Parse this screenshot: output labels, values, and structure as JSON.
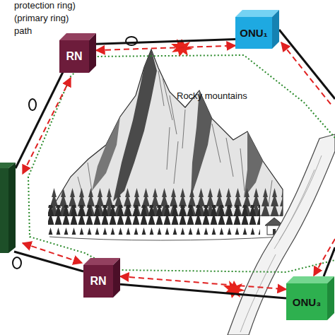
{
  "diagram": {
    "nodes": [
      {
        "text": [
          "RN"
        ]
      },
      {
        "text": [
          "ONU₁"
        ]
      },
      {
        "text": [
          "RN"
        ]
      },
      {
        "text": [
          "ONU₃"
        ]
      }
    ],
    "edges": [
      {
        "from": 0,
        "to": 1,
        "arrow": "none"
      },
      {
        "from": 0,
        "to": 1,
        "arrow": "both"
      },
      {
        "from": 2,
        "to": 3,
        "arrow": "none"
      },
      {
        "from": 2,
        "to": 3,
        "arrow": "both"
      }
    ],
    "labels": [
      "Rocky mountains"
    ],
    "legend": [
      {
        "text": "protection ring)"
      },
      {
        "text": "(primary ring)"
      },
      {
        "text": "path"
      }
    ]
  }
}
